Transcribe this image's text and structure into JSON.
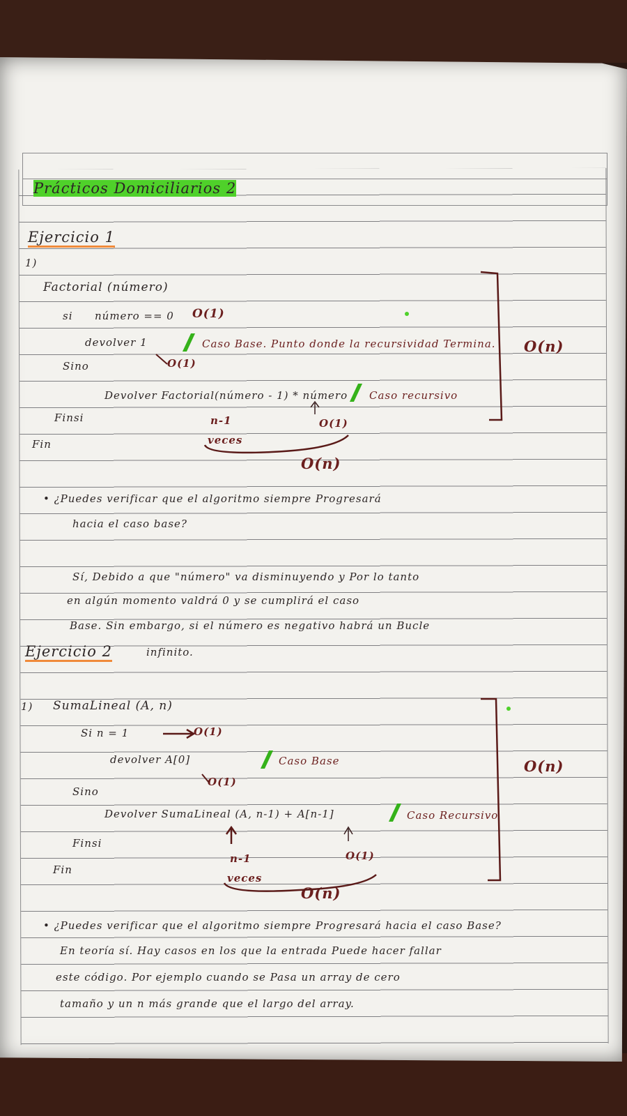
{
  "title": "Prácticos Domiciliarios 2",
  "ex1": {
    "heading": "Ejercicio 1",
    "item": "1)",
    "code": {
      "l1": "Factorial (número)",
      "l2_si": "si",
      "l2_cond": "número == 0",
      "l2_cost": "O(1)",
      "l3": "devolver 1",
      "l3_comment": "Caso Base. Punto donde la recursividad Termina.",
      "l4_cost": "O(1)",
      "l5": "Sino",
      "l6": "Devolver Factorial(número - 1) * número",
      "l6_comment": "Caso recursivo",
      "l7": "Finsi",
      "l8": "Fin"
    },
    "ann_n1": "n-1",
    "ann_veces": "veces",
    "ann_o1": "O(1)",
    "ann_on_bottom": "O(n)",
    "ann_on_right": "O(n)",
    "question_l1": "• ¿Puedes verificar que el algoritmo siempre Progresará",
    "question_l2": "hacia el caso base?",
    "answer_l1": "Sí, Debido a que \"número\" va disminuyendo y Por lo tanto",
    "answer_l2": "en algún momento valdrá 0 y se cumplirá el caso",
    "answer_l3": "Base. Sin embargo, si el número es negativo habrá un Bucle",
    "answer_l4": "infinito."
  },
  "ex2": {
    "heading": "Ejercicio 2",
    "item": "1)",
    "code": {
      "l1": "SumaLineal (A, n)",
      "l2": "Si n = 1",
      "l2_cost": "O(1)",
      "l3": "devolver A[0]",
      "l3_comment": "Caso Base",
      "l3_cost": "O(1)",
      "l4": "Sino",
      "l5": "Devolver SumaLineal (A, n-1) + A[n-1]",
      "l5_comment": "Caso Recursivo",
      "l6": "Finsi",
      "l7": "Fin"
    },
    "ann_n1": "n-1",
    "ann_veces": "veces",
    "ann_o1": "O(1)",
    "ann_on_bottom": "O(n)",
    "ann_on_right": "O(n)",
    "question": "• ¿Puedes verificar que el algoritmo siempre Progresará hacia el caso Base?",
    "answer_l1": "En teoría sí. Hay casos en los que la entrada Puede hacer fallar",
    "answer_l2": "este código. Por ejemplo cuando se Pasa un array de cero",
    "answer_l3": "tamaño y un n más grande que el largo del array."
  },
  "colors": {
    "paper": "#f3f2ee",
    "ink": "#2c2525",
    "maroon_ink": "#6b1f1e",
    "highlight_green": "#4fd12a",
    "underline_orange": "#f08a3a"
  }
}
